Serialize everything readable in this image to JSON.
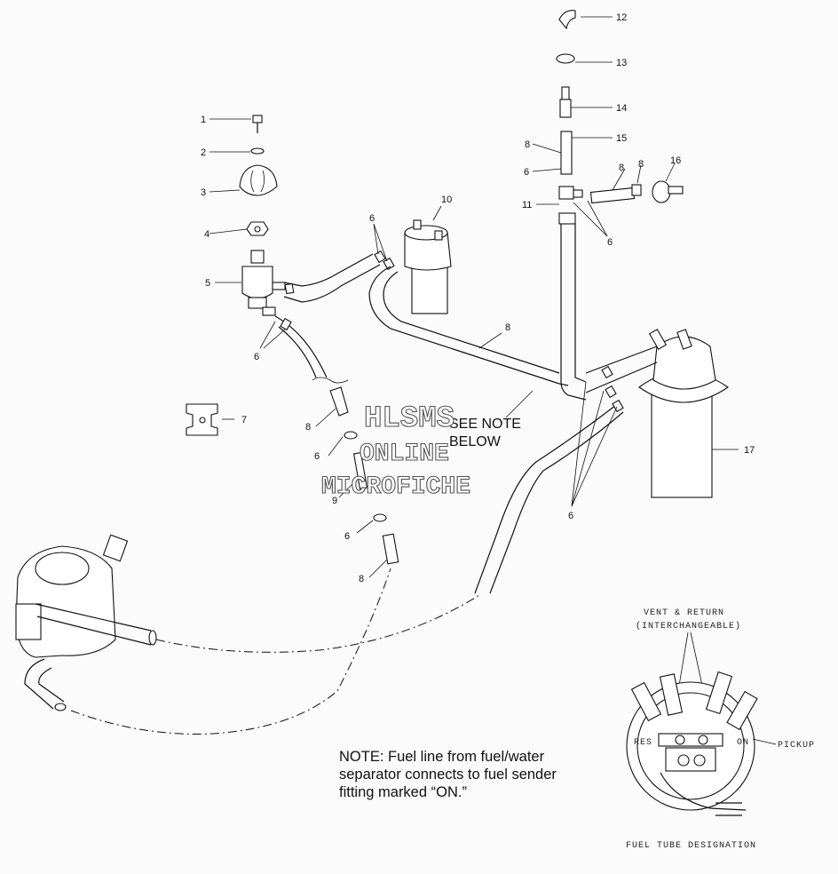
{
  "callouts": [
    "1",
    "2",
    "3",
    "4",
    "5",
    "6",
    "6",
    "7",
    "8",
    "6",
    "9",
    "6",
    "8",
    "10",
    "6",
    "8",
    "8",
    "8",
    "11",
    "12",
    "13",
    "14",
    "15",
    "6",
    "8",
    "15",
    "16",
    "6",
    "17",
    "6",
    "8"
  ],
  "watermark": {
    "line1": "HLSMS",
    "line2": "ONLINE",
    "line3": "MICROFICHE"
  },
  "see_note": {
    "line1": "SEE NOTE",
    "line2": "BELOW"
  },
  "note": {
    "line1": "NOTE:  Fuel line from fuel/water",
    "line2": "separator connects to fuel sender",
    "line3": "fitting marked “ON.”"
  },
  "inset": {
    "vent_return_line1": "VENT & RETURN",
    "vent_return_line2": "(INTERCHANGEABLE)",
    "pickup": "PICKUP",
    "res": "RES",
    "on": "ON",
    "caption": "FUEL TUBE DESIGNATION"
  }
}
